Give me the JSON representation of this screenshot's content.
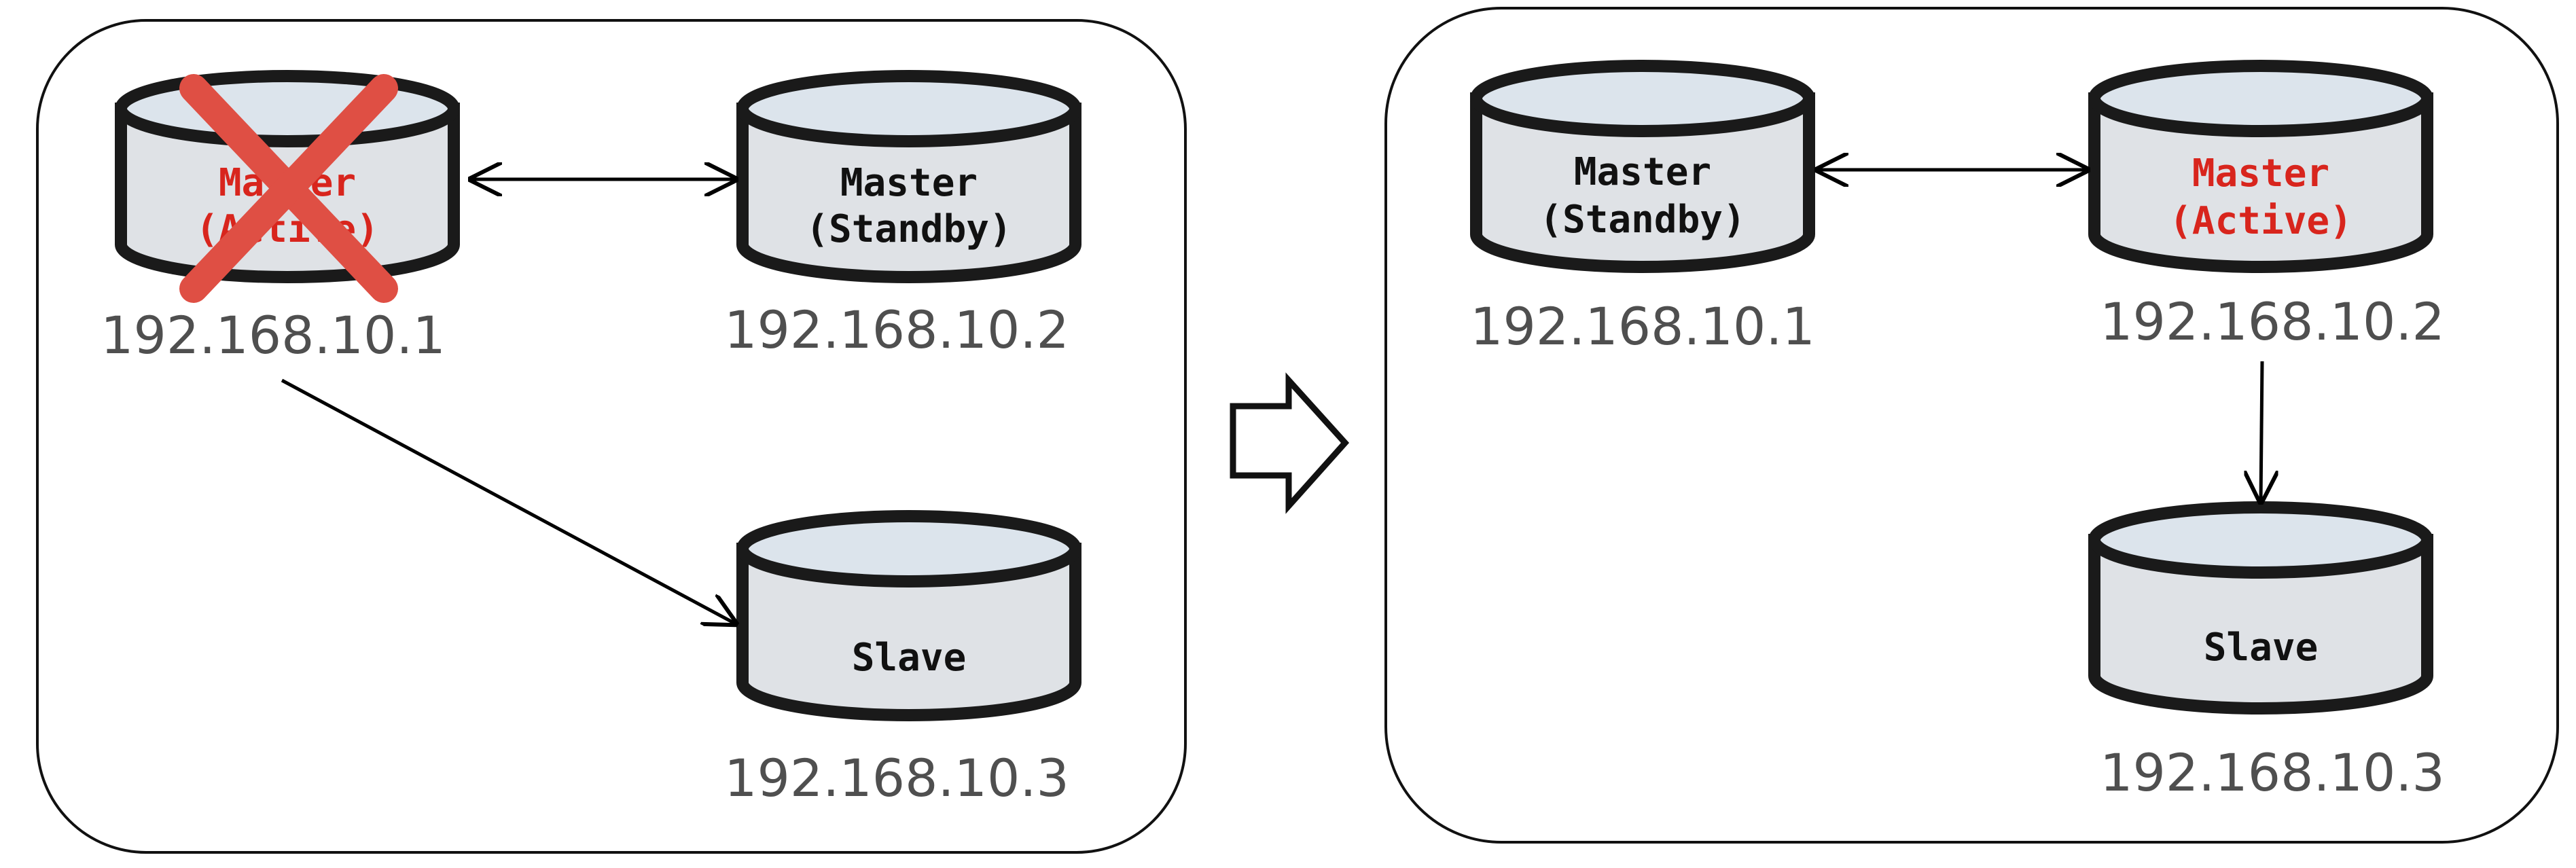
{
  "left_panel": {
    "nodes": [
      {
        "role": "Master",
        "state": "(Active)",
        "ip": "192.168.10.1",
        "failed": true
      },
      {
        "role": "Master",
        "state": "(Standby)",
        "ip": "192.168.10.2"
      },
      {
        "role": "Slave",
        "state": "",
        "ip": "192.168.10.3"
      }
    ]
  },
  "right_panel": {
    "nodes": [
      {
        "role": "Master",
        "state": "(Standby)",
        "ip": "192.168.10.1"
      },
      {
        "role": "Master",
        "state": "(Active)",
        "ip": "192.168.10.2"
      },
      {
        "role": "Slave",
        "state": "",
        "ip": "192.168.10.3"
      }
    ]
  },
  "colors": {
    "active_label": "#d8251d",
    "failure_cross": "#df4f44",
    "ip_text": "#4f4f4f",
    "db_fill": "#dfe2e6"
  },
  "icons": {
    "failure": "x-mark-icon",
    "transition": "right-arrow-icon"
  }
}
